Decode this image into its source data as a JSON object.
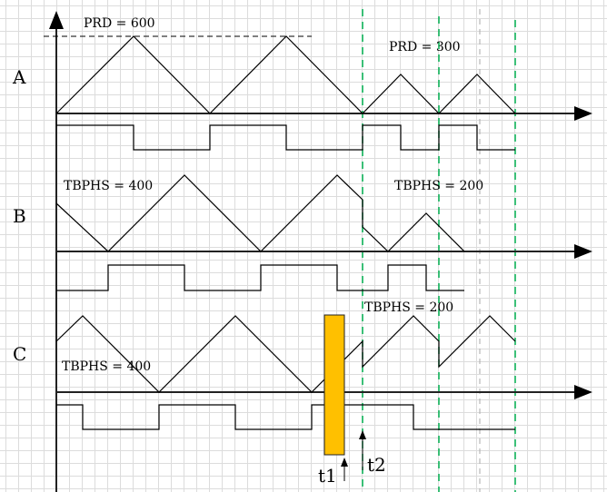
{
  "rows": [
    {
      "label": "A",
      "annotations": [
        "PRD = 600",
        "PRD = 300"
      ]
    },
    {
      "label": "B",
      "annotations": [
        "TBPHS = 400",
        "TBPHS = 200"
      ]
    },
    {
      "label": "C",
      "annotations": [
        "TBPHS = 400",
        "TBPHS = 200"
      ]
    }
  ],
  "markers": {
    "t1": "t1",
    "t2": "t2"
  },
  "colors": {
    "highlight": "#FFC000",
    "sync_line": "#00B050",
    "guide": "#A0A0A0"
  }
}
